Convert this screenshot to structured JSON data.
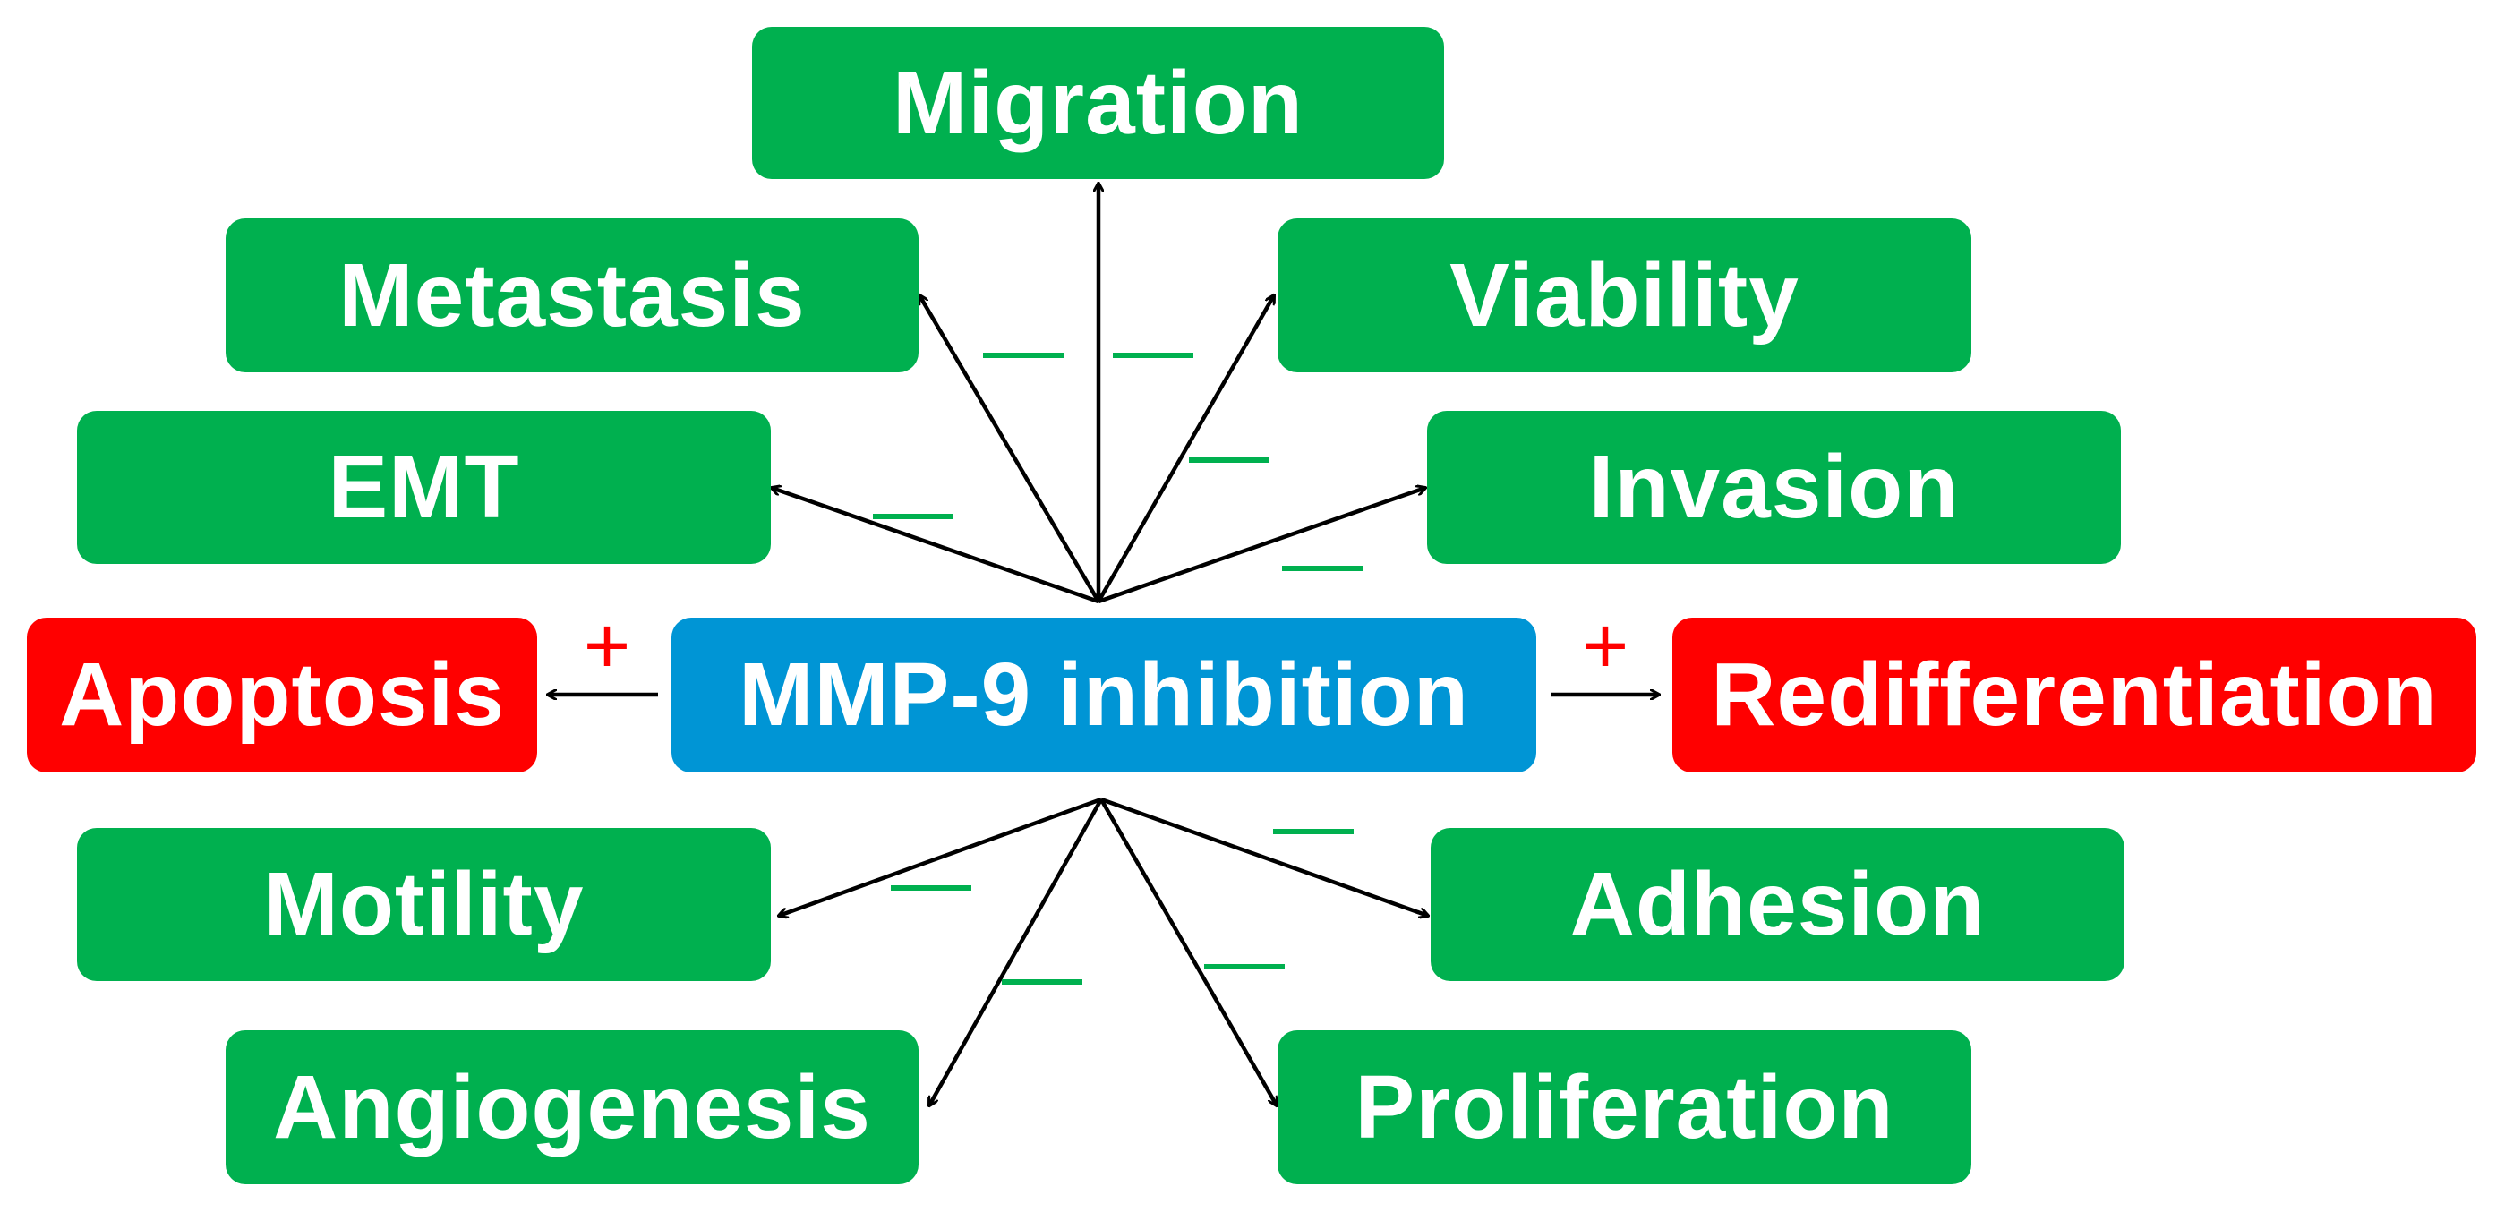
{
  "center": {
    "label": "MMP-9 inhibition",
    "color": "#0095d5"
  },
  "outcomes": {
    "migration": "Migration",
    "metastasis": "Metastasis",
    "viability": "Viability",
    "emt": "EMT",
    "invasion": "Invasion",
    "apoptosis": "Apoptosis",
    "redifferentiation": "Redifferentiation",
    "motility": "Motility",
    "adhesion": "Adhesion",
    "angiogenesis": "Angiogenesis",
    "proliferation": "Proliferation"
  },
  "effects": {
    "decrease_sign": "—",
    "increase_sign": "+",
    "decrease_color": "#00b04f",
    "increase_color": "#ff0000"
  },
  "colors": {
    "inhibited_box": "#00b04f",
    "promoted_box": "#ff0000",
    "arrow": "#000000"
  }
}
